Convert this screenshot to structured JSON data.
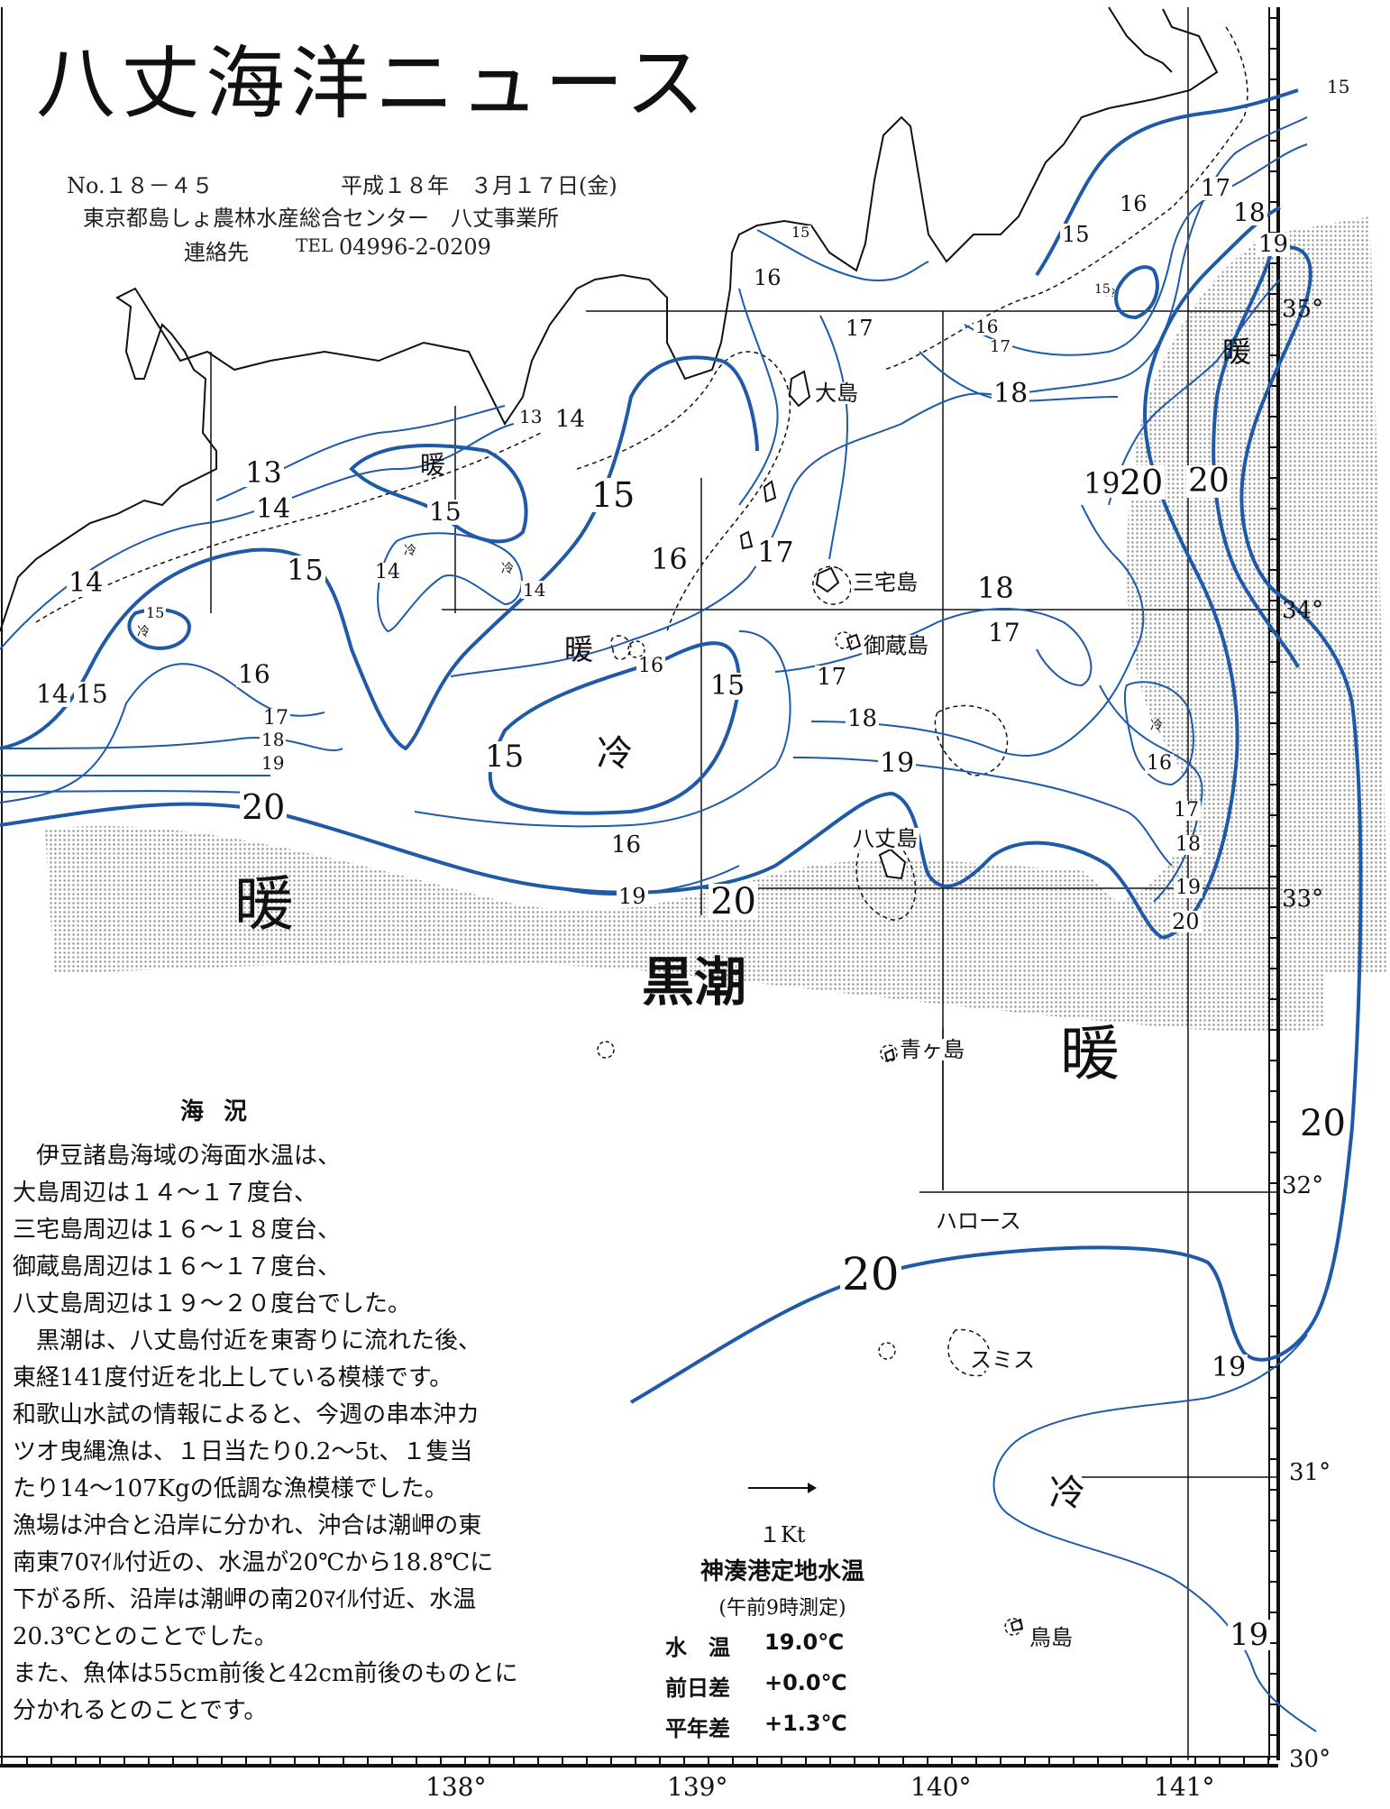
{
  "title": "八丈海洋ニュース",
  "header": {
    "issue": "No.１８－４５",
    "date": "平成１８年　３月１７日(金)",
    "org": "東京都島しょ農林水産総合センター　八丈事業所",
    "contact_label": "連絡先",
    "tel_label": "TEL",
    "tel": "04996-2-0209"
  },
  "islands": [
    "大島",
    "三宅島",
    "御蔵島",
    "八丈島",
    "青ヶ島",
    "ハロース",
    "スミス",
    "鳥島"
  ],
  "kuroshio_label": "黒潮",
  "water_marks": {
    "warm": "暖",
    "cold": "冷"
  },
  "latitudes": [
    "35°",
    "34°",
    "33°",
    "32°",
    "31°",
    "30°"
  ],
  "longitudes": [
    "138°",
    "139°",
    "140°",
    "141°"
  ],
  "isotherm_labels": {
    "l13": "13",
    "l14": "14",
    "l15": "15",
    "l16": "16",
    "l17": "17",
    "l18": "18",
    "l19": "19",
    "l20": "20"
  },
  "scale": {
    "label": "１Kt"
  },
  "report": {
    "heading": "海況",
    "paragraphs": [
      "　伊豆諸島海域の海面水温は、",
      "大島周辺は１４～１７度台、",
      "三宅島周辺は１６～１８度台、",
      "御蔵島周辺は１６～１７度台、",
      "八丈島周辺は１９～２０度台でした。",
      "　黒潮は、八丈島付近を東寄りに流れた後、",
      "東経141度付近を北上している模様です。",
      "和歌山水試の情報によると、今週の串本沖カ",
      "ツオ曳縄漁は、１日当たり0.2～5t、１隻当",
      "たり14～107Kgの低調な漁模様でした。",
      "漁場は沖合と沿岸に分かれ、沖合は潮岬の東",
      "南東70ﾏｲﾙ付近の、水温が20℃から18.8℃に",
      "下がる所、沿岸は潮岬の南20ﾏｲﾙ付近、水温",
      "20.3℃とのことでした。",
      "また、魚体は55cm前後と42cm前後のものとに",
      "分かれるとのことです。"
    ]
  },
  "station": {
    "title": "神湊港定地水温",
    "note": "(午前9時測定)",
    "rows": [
      {
        "label": "水　温",
        "value": "19.0℃"
      },
      {
        "label": "前日差",
        "value": "+0.0℃"
      },
      {
        "label": "平年差",
        "value": "+1.3℃"
      }
    ]
  },
  "colors": {
    "isotherm": "#1f5aa8",
    "coast": "#111111",
    "kuroshio_stipple": "#9a9a9a"
  }
}
